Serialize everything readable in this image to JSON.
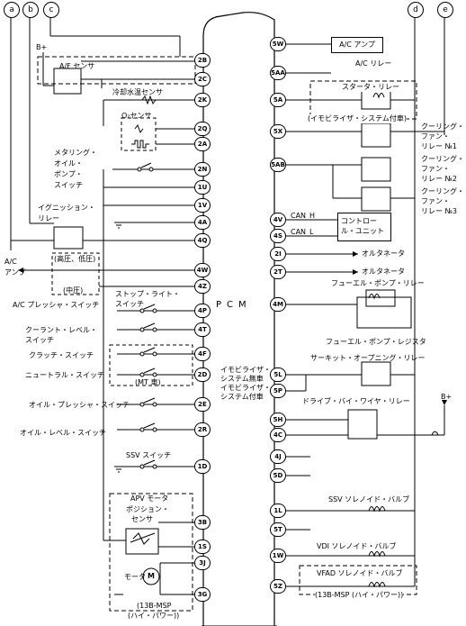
{
  "connectors": {
    "a": "a",
    "b": "b",
    "c": "c",
    "d": "d",
    "e": "e"
  },
  "pcm_label": "PCM",
  "bplus": "B+",
  "left_pins": [
    "2B",
    "2C",
    "2K",
    "2Q",
    "2A",
    "2N",
    "1U",
    "1V",
    "4A",
    "4Q",
    "4W",
    "4Z",
    "4P",
    "4T",
    "4F",
    "2D",
    "2E",
    "2R",
    "1D",
    "3B",
    "1S",
    "3J",
    "3G"
  ],
  "right_pins": [
    "5W",
    "5AA",
    "5A",
    "5X",
    "5AB",
    "4V",
    "4S",
    "2I",
    "2T",
    "4M",
    "5L",
    "5P",
    "5H",
    "4C",
    "4J",
    "5D",
    "1L",
    "5T",
    "1W",
    "5Z"
  ],
  "left_labels": {
    "af_sensor": "A/F センサ",
    "coolant_sensor": "冷却水温センサ",
    "o2_sensor": "O₂センサ",
    "metering_oil": [
      "メタリング・",
      "オイル・",
      "ポンプ・",
      "スイッチ"
    ],
    "ignition_relay": [
      "イグニッション・",
      "リレー"
    ],
    "ac_amp": [
      "A/C",
      "アンプ"
    ],
    "high_low": "(高圧、低圧)",
    "mid": "(中圧)",
    "ac_pressure": "A/C プレッシャ・スイッチ",
    "stop_light": [
      "ストップ・ライト・",
      "スイッチ"
    ],
    "coolant_level": [
      "クーラント・レベル・",
      "スイッチ"
    ],
    "clutch": "クラッチ・スイッチ",
    "neutral": "ニュートラル・スイッチ",
    "mt_car": "(MT 車)",
    "oil_pressure": "オイル・プレッシャ・スイッチ",
    "oil_level": "オイル・レベル・スイッチ",
    "ssv_switch": "SSV スイッチ",
    "apv_motor": "APV モータ",
    "position_sensor": [
      "ポジション・",
      "センサ"
    ],
    "motor": "モータ",
    "motor_symbol": "M",
    "msp_left": [
      "(13B-MSP",
      "(ハイ・パワー))"
    ]
  },
  "right_labels": {
    "ac_amp_box": "A/C アンプ",
    "ac_relay": "A/C リレー",
    "starter_relay": "スタータ・リレー",
    "immobilizer_note": "(イモビライザ・システム付車)",
    "cooling1": [
      "クーリング・",
      "ファン・",
      "リレー №1"
    ],
    "cooling2": [
      "クーリング・",
      "ファン・",
      "リレー №2"
    ],
    "cooling3": [
      "クーリング・",
      "ファン・",
      "リレー №3"
    ],
    "can_h": "CAN_H",
    "can_l": "CAN_L",
    "control_unit": [
      "コントロー",
      "ル・ユニット"
    ],
    "alternator1": "オルタネータ",
    "alternator2": "オルタネータ",
    "fuel_pump_relay": "フューエル・ポンプ・リレー",
    "fuel_pump_resistor": "フューエル・ポンプ・レジスタ",
    "circuit_opening": "サーキット・オープニング・リレー",
    "immo_without": [
      "イモビライザ・",
      "システム無車"
    ],
    "immo_with": [
      "イモビライザ・",
      "システム付車"
    ],
    "drive_by_wire": "ドライブ・バイ・ワイヤ・リレー",
    "ssv_solenoid": "SSV ソレノイド・バルブ",
    "vdi_solenoid": "VDI ソレノイド・バルブ",
    "vfad_solenoid": "VFAD ソレノイド・バルブ",
    "msp_right": "(13B-MSP (ハイ・パワー))"
  }
}
